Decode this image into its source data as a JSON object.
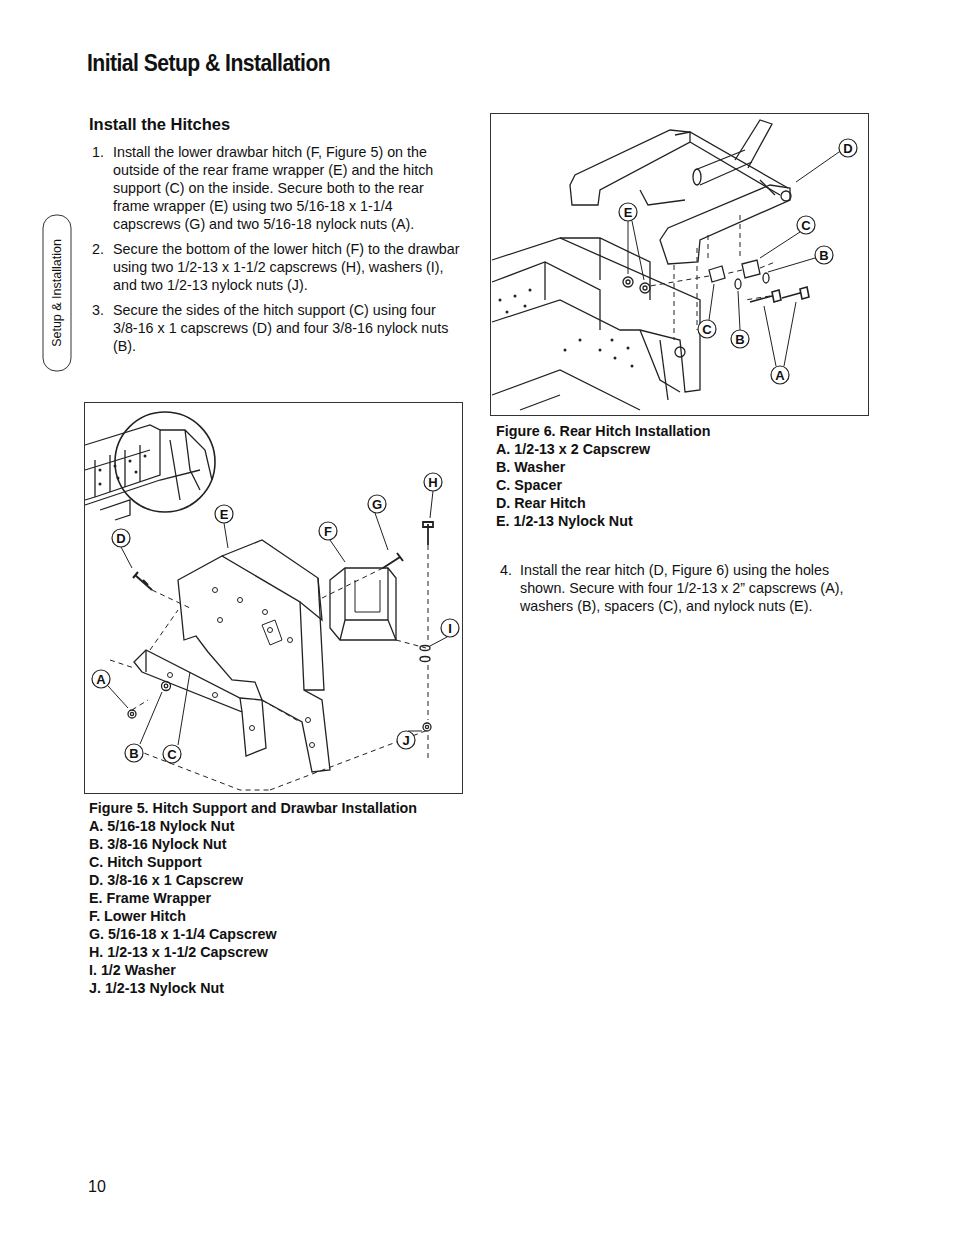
{
  "diagram": {
    "title": "Initial Setup & Installation",
    "labels": [
      "Setup & Installation",
      "Install the Hitches",
      "1.",
      "Install the lower drawbar hitch (F, Figure 5) on the outside of the rear frame wrapper (E) and the hitch support (C) on the inside. Secure both to the rear frame wrapper (E) using two 5/16-18 x 1-1/4 capscrews (G) and two 5/16-18 nylock nuts (A).",
      "2.",
      "Secure the bottom of the lower hitch (F) to the drawbar using two 1/2-13 x 1-1/2 capscrews (H), washers (I), and two 1/2-13 nylock nuts (J).",
      "3.",
      "Secure the sides of the hitch support (C) using four 3/8-16 x 1 capscrews (D) and four 3/8-16 nylock nuts (B).",
      "D",
      "E",
      "C",
      "B",
      "C",
      "B",
      "A",
      "Figure 6. Rear Hitch Installation",
      "A. 1/2-13 x 2 Capscrew",
      "B. Washer",
      "C. Spacer",
      "D. Rear Hitch",
      "E. 1/2-13 Nylock Nut",
      "4.",
      "Install the rear hitch (D, Figure 6) using the holes shown. Secure with four 1/2-13 x 2” capscrews (A), washers (B), spacers (C), and nylock nuts (E).",
      "H",
      "G",
      "E",
      "F",
      "D",
      "I",
      "A",
      "B",
      "C",
      "J",
      "Figure 5. Hitch Support and Drawbar Installation",
      "A. 5/16-18 Nylock Nut",
      "B. 3/8-16 Nylock Nut",
      "C. Hitch Support",
      "D. 3/8-16 x 1 Capscrew",
      "E. Frame Wrapper",
      "F. Lower Hitch",
      "G. 5/16-18 x 1-1/4 Capscrew",
      "H. 1/2-13 x 1-1/2 Capscrew",
      "I. 1/2 Washer",
      "J. 1/2-13 Nylock Nut",
      "10"
    ]
  }
}
